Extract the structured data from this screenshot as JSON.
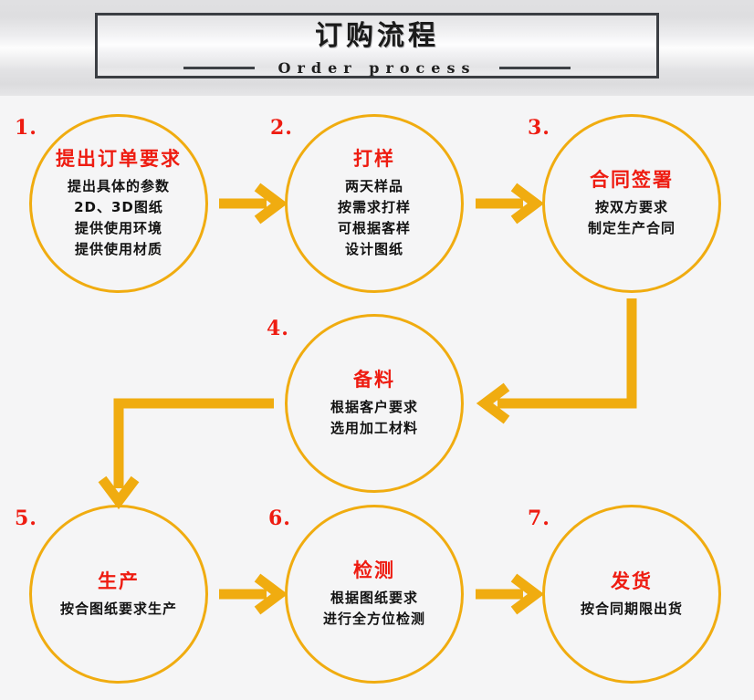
{
  "header": {
    "title": "订购流程",
    "subtitle": "Order process"
  },
  "colors": {
    "accent": "#f0ac10",
    "title_red": "#ee1c11",
    "body_black": "#121212",
    "frame_dark": "#3b3e43",
    "page_background": "#f5f5f6"
  },
  "flow": {
    "steps": [
      {
        "number": "1.",
        "title": "提出订单要求",
        "lines": [
          "提出具体的参数",
          "2D、3D图纸",
          "提供使用环境",
          "提供使用材质"
        ]
      },
      {
        "number": "2.",
        "title": "打样",
        "lines": [
          "两天样品",
          "按需求打样",
          "可根据客样",
          "设计图纸"
        ]
      },
      {
        "number": "3.",
        "title": "合同签署",
        "lines": [
          "按双方要求",
          "制定生产合同"
        ]
      },
      {
        "number": "4.",
        "title": "备料",
        "lines": [
          "根据客户要求",
          "选用加工材料"
        ]
      },
      {
        "number": "5.",
        "title": "生产",
        "lines": [
          "按合图纸要求生产"
        ]
      },
      {
        "number": "6.",
        "title": "检测",
        "lines": [
          "根据图纸要求",
          "进行全方位检测"
        ]
      },
      {
        "number": "7.",
        "title": "发货",
        "lines": [
          "按合同期限出货"
        ]
      }
    ],
    "connectors": [
      {
        "name": "arrow-step1-to-step2",
        "direction": "right"
      },
      {
        "name": "arrow-step2-to-step3",
        "direction": "right"
      },
      {
        "name": "arrow-step3-to-step4",
        "direction": "down-then-left"
      },
      {
        "name": "arrow-step4-to-step5",
        "direction": "left-then-down"
      },
      {
        "name": "arrow-step5-to-step6",
        "direction": "right"
      },
      {
        "name": "arrow-step6-to-step7",
        "direction": "right"
      }
    ]
  }
}
